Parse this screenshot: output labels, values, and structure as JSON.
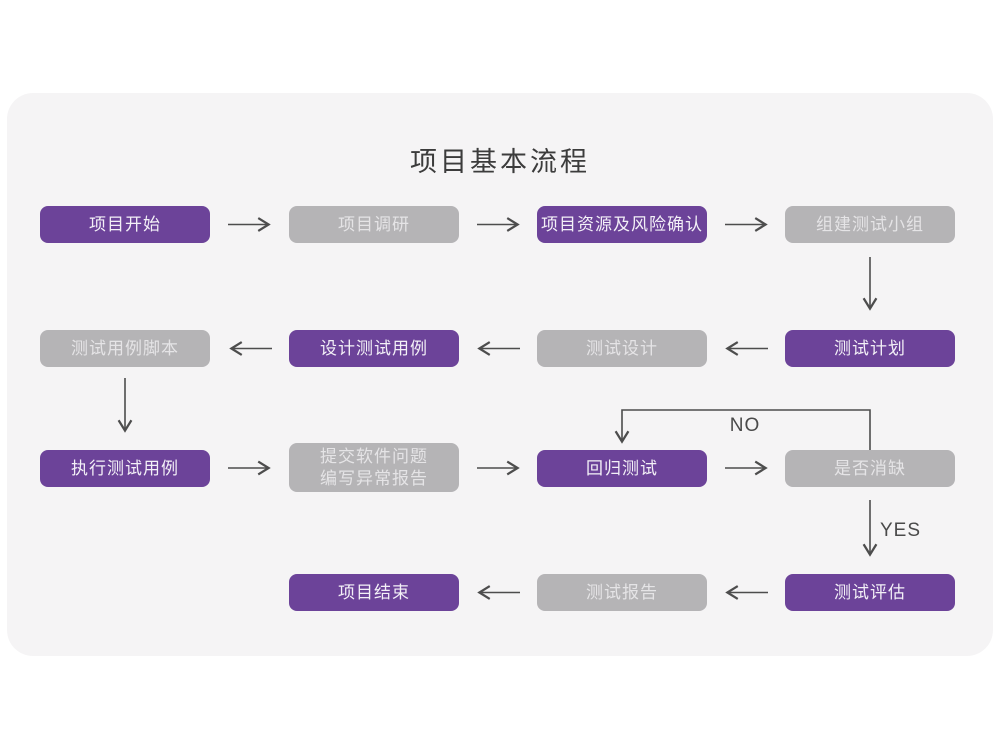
{
  "title": "项目基本流程",
  "colors": {
    "purple": "#6C4399",
    "gray": "#B5B4B6",
    "card_background": "#F5F4F5",
    "arrow": "#4D4D4D",
    "title_text": "#3C3C3C"
  },
  "nodes": [
    {
      "label": "项目开始",
      "variant": "purple"
    },
    {
      "label": "项目调研",
      "variant": "gray"
    },
    {
      "label": "项目资源及风险确认",
      "variant": "purple"
    },
    {
      "label": "组建测试小组",
      "variant": "gray"
    },
    {
      "label": "测试计划",
      "variant": "purple"
    },
    {
      "label": "测试设计",
      "variant": "gray"
    },
    {
      "label": "设计测试用例",
      "variant": "purple"
    },
    {
      "label": "测试用例脚本",
      "variant": "gray"
    },
    {
      "label": "执行测试用例",
      "variant": "purple"
    },
    {
      "label": "提交软件问题\n编写异常报告",
      "variant": "gray"
    },
    {
      "label": "回归测试",
      "variant": "purple"
    },
    {
      "label": "是否消缺",
      "variant": "gray"
    },
    {
      "label": "测试评估",
      "variant": "purple"
    },
    {
      "label": "测试报告",
      "variant": "gray"
    },
    {
      "label": "项目结束",
      "variant": "purple"
    }
  ],
  "edge_labels": {
    "no": "NO",
    "yes": "YES"
  }
}
